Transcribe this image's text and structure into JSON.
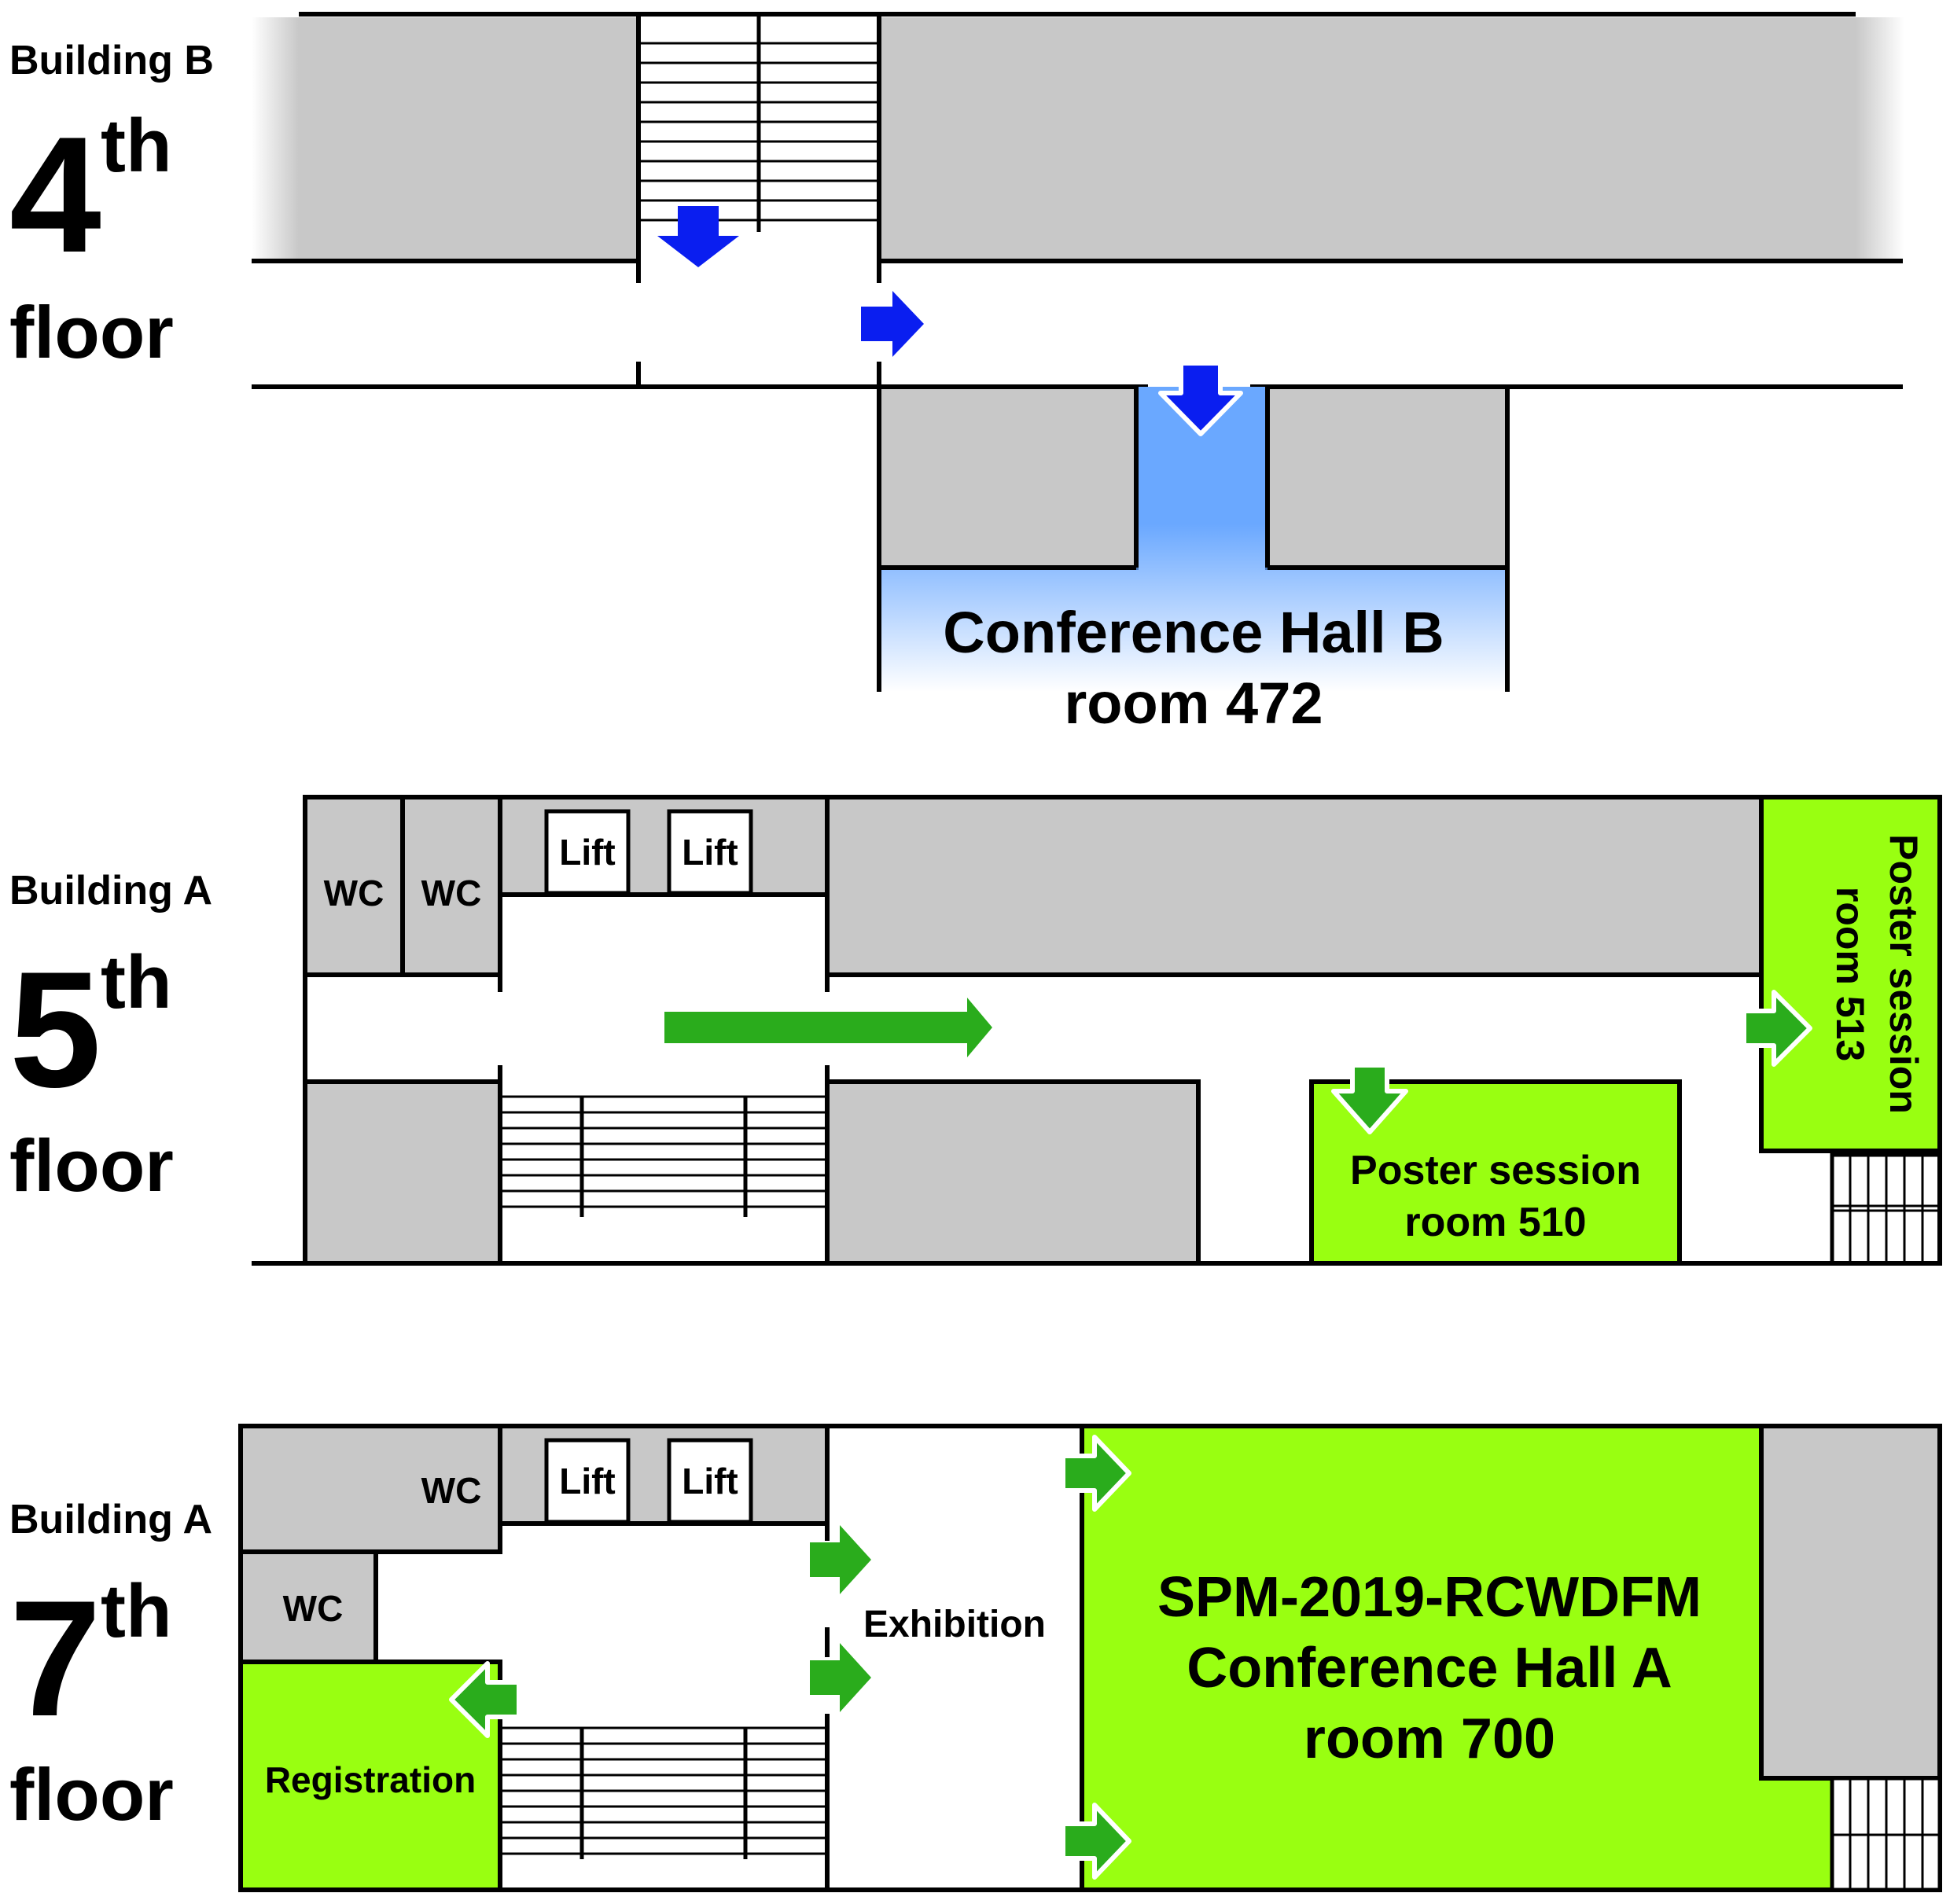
{
  "floors": {
    "f4": {
      "building": "Building B",
      "number": "4",
      "suffix": "th",
      "word": "floor",
      "hall_title": "Conference Hall B",
      "hall_room": "room 472"
    },
    "f5": {
      "building": "Building A",
      "number": "5",
      "suffix": "th",
      "word": "floor",
      "wc1": "WC",
      "wc2": "WC",
      "lift1": "Lift",
      "lift2": "Lift",
      "poster510_title": "Poster session",
      "poster510_room": "room 510",
      "poster513_title": "Poster session",
      "poster513_room": "room 513"
    },
    "f7": {
      "building": "Building A",
      "number": "7",
      "suffix": "th",
      "word": "floor",
      "wc1": "WC",
      "wc2": "WC",
      "lift1": "Lift",
      "lift2": "Lift",
      "registration": "Registration",
      "exhibition": "Exhibition",
      "hall_line1": "SPM-2019-RCWDFM",
      "hall_line2": "Conference Hall A",
      "hall_line3": "room 700"
    }
  },
  "colors": {
    "wall_gray": "#c8c8c8",
    "room_green": "#99ff11",
    "hall_b_blue": "#6aa8ff",
    "arrow_blue": "#0a1ef0",
    "arrow_green": "#2aac1c"
  },
  "icons": [
    "arrow-down-icon",
    "arrow-right-icon",
    "arrow-left-icon",
    "stairs-icon"
  ]
}
